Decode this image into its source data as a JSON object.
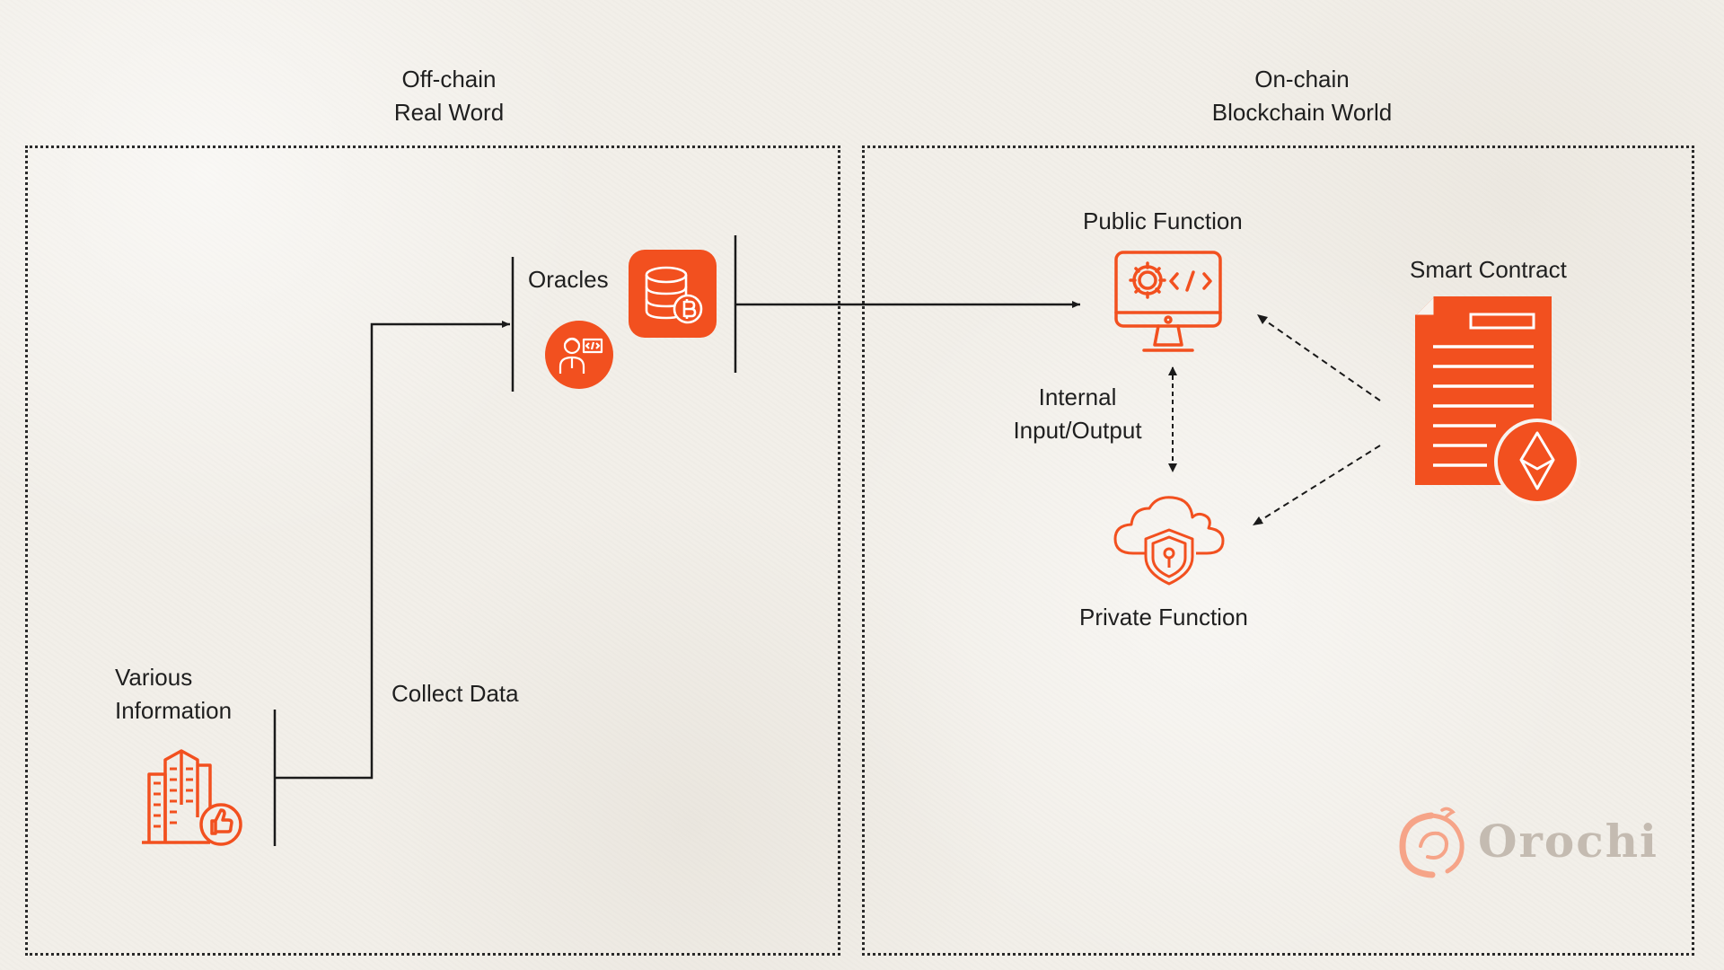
{
  "offchain": {
    "title_line1": "Off-chain",
    "title_line2": "Real Word",
    "various_line1": "Various",
    "various_line2": "Information",
    "collect": "Collect Data",
    "oracles": "Oracles"
  },
  "onchain": {
    "title_line1": "On-chain",
    "title_line2": "Blockchain World",
    "public": "Public Function",
    "internal_line1": "Internal",
    "internal_line2": "Input/Output",
    "private": "Private Function",
    "smart_contract": "Smart Contract"
  },
  "logo": {
    "text": "Orochi"
  },
  "icons": {
    "building": "building-thumbs-up-icon",
    "oracle_person": "developer-person-icon",
    "database": "database-bitcoin-icon",
    "public_function": "monitor-gear-code-icon",
    "private_function": "cloud-shield-lock-icon",
    "smart_contract": "document-ethereum-icon",
    "logo": "dragon-logo-icon"
  },
  "colors": {
    "accent": "#f2501f",
    "line": "#1a1a1a",
    "logo_gray": "#c4bbb1",
    "logo_orange": "#f6a488"
  }
}
